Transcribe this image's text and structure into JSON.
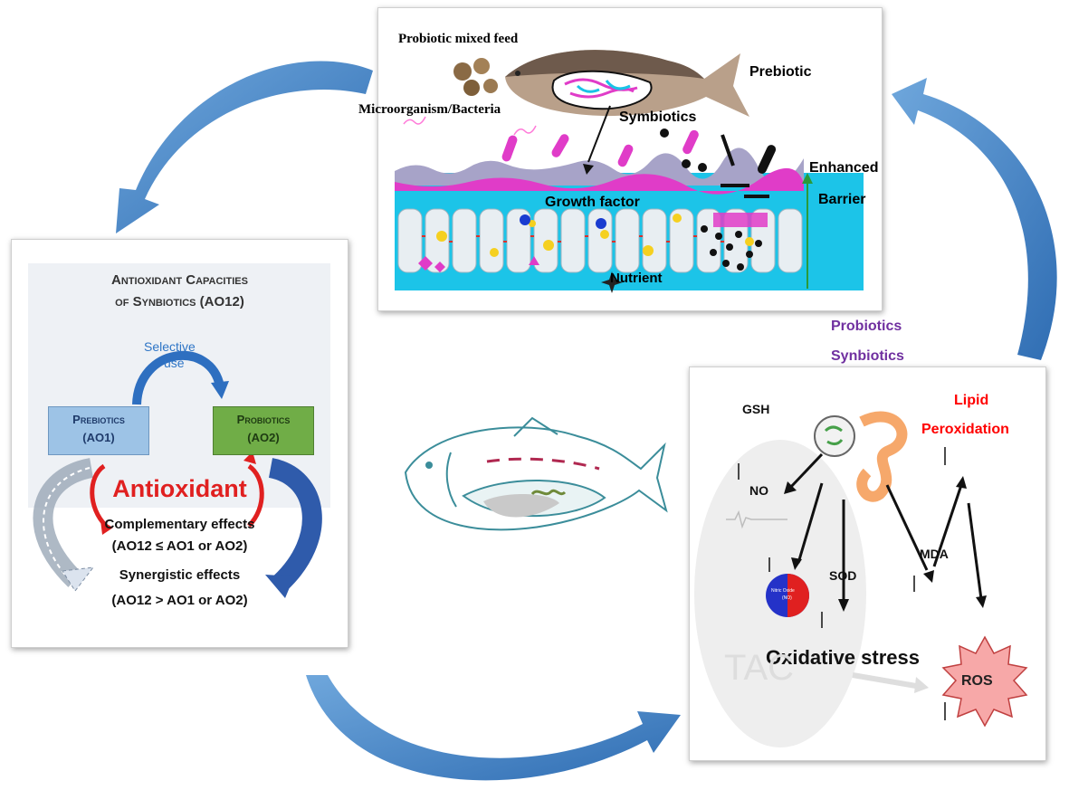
{
  "top_panel": {
    "probiotic_mixed_feed": "Probiotic mixed feed",
    "microorganism_bacteria": "Microorganism/Bacteria",
    "prebiotic": "Prebiotic",
    "symbiotics": "Symbiotics",
    "enhanced": "Enhanced",
    "barrier": "Barrier",
    "growth_factor": "Growth factor",
    "nutrient": "Nutrient"
  },
  "left_panel": {
    "title_line1": "Antioxidant Capacities",
    "title_line2": "of Synbiotics (AO12)",
    "selective_line1": "Selective",
    "selective_line2": "use",
    "prebiotics_label": "Prebiotics",
    "prebiotics_code": "(AO1)",
    "probiotics_label": "Probiotics",
    "probiotics_code": "(AO2)",
    "antioxidant": "Antioxidant",
    "complementary": "Complementary effects",
    "complementary_formula": "(AO12 ≤ AO1 or AO2)",
    "synergistic": "Synergistic effects",
    "synergistic_formula": "(AO12 > AO1 or AO2)"
  },
  "between": {
    "probiotics": "Probiotics",
    "synbiotics": "Synbiotics"
  },
  "right_panel": {
    "gsh": "GSH",
    "lipid_line1": "Lipid",
    "lipid_line2": "Peroxidation",
    "no": "NO",
    "mda": "MDA",
    "sod": "SOD",
    "oxidative_stress": "Oxidative stress",
    "ros": "ROS",
    "tac": "TAC",
    "nitric_oxide_line1": "Nitric Oxide",
    "nitric_oxide_line2": "(NO)"
  },
  "colors": {
    "cycle_arrow": "#4f8fd0",
    "prebiotics_box": "#9dc3e6",
    "probiotics_box": "#70ad47",
    "antioxidant_red": "#e02020",
    "probiotics_purple": "#7030a0",
    "lipid_red": "#ff0000",
    "ros_burst": "#f7a8a8",
    "mucus_magenta": "#e03cc8",
    "epithelium_cyan": "#19c3e6"
  }
}
